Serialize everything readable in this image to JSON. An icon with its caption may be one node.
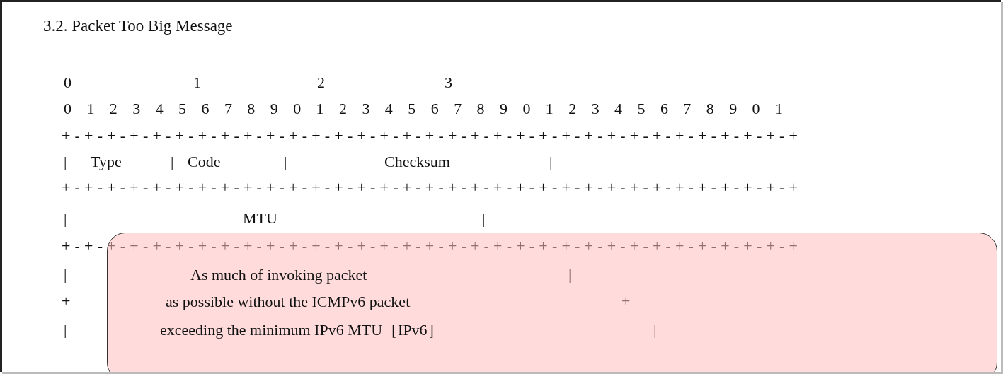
{
  "diagram": {
    "nodes": [
      {
        "text": [
          "3.2.  Packet Too Big Message"
        ]
      },
      {
        "text": [
          "As much of invoking packet",
          "as possible without the ICMPv6 packet",
          "exceeding the minimum IPv6 MTU［IPv6］"
        ],
        "in": 0
      }
    ],
    "labels": [
      "0",
      "1",
      "2",
      "3",
      "0 1 2 3 4 5 6 7 8 9 0 1 2 3 4 5 6 7 8 9 0 1 2 3 4 5 6 7 8 9 0 1",
      "+-+-+-+-+-+-+-+-+-+-+-+-+-+-+-+-+-+-+-+-+-+-+-+-+-+-+-+-+-+-+-+-+",
      "|",
      "Type",
      "|",
      "Code",
      "|",
      "Checksum",
      "|",
      "+-+-+-+-+-+-+-+-+-+-+-+-+-+-+-+-+-+-+-+-+-+-+-+-+-+-+-+-+-+-+-+-+",
      "|",
      "MTU",
      "|",
      "+-+-+-+-+-+-+-+-+-+-+-+-+-+-+-+-+-+-+-+-+-+-+-+-+-+-+-+-+-+-+-+-+",
      "|",
      "|",
      "+",
      "+",
      "|",
      "|"
    ]
  }
}
